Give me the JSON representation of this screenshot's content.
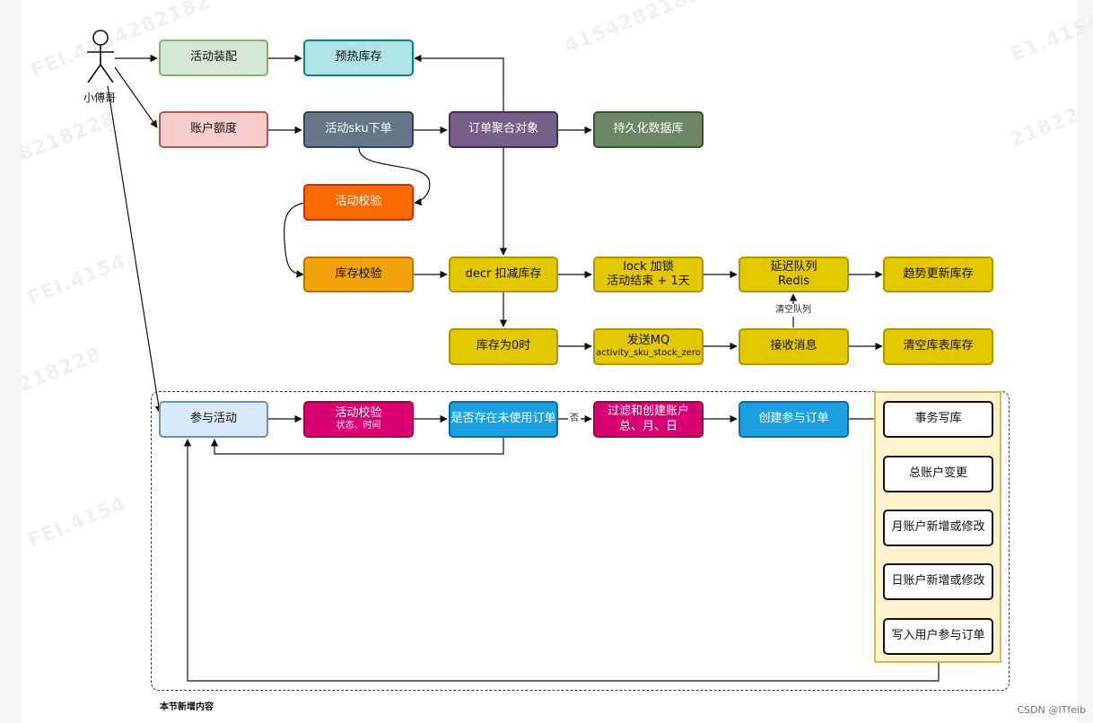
{
  "actor": {
    "name": "小傅哥"
  },
  "nodes": {
    "activity_assembly": "活动装配",
    "preheat_stock": "预热库存",
    "account_quota": "账户额度",
    "activity_sku_order": "活动sku下单",
    "order_aggregate": "订单聚合对象",
    "persist_db": "持久化数据库",
    "activity_check": "活动校验",
    "stock_check": "库存校验",
    "decr_stock": "decr 扣减库存",
    "lock": {
      "line1": "lock 加锁",
      "line2": "活动结束 + 1天"
    },
    "delay_queue": {
      "line1": "延迟队列",
      "line2": "Redis"
    },
    "trend_update": "趋势更新库存",
    "stock_zero": "库存为0时",
    "send_mq": {
      "line1": "发送MQ",
      "line2": "activity_sku_stock_zero"
    },
    "receive_msg": "接收消息",
    "clear_table_stock": "清空库表库存",
    "join_activity": "参与活动",
    "activity_check_2": {
      "line1": "活动校验",
      "line2": "状态、时间"
    },
    "unused_order_exists": "是否存在未使用订单",
    "filter_create_account": {
      "line1": "过滤和创建账户",
      "line2": "总、月、日"
    },
    "create_join_order": "创建参与订单",
    "txn_write": "事务写库",
    "total_account_change": "总账户变更",
    "month_account": "月账户新增或修改",
    "day_account": "日账户新增或修改",
    "write_user_order": "写入用户参与订单"
  },
  "edge_labels": {
    "clear_queue": "清空队列",
    "no": "否"
  },
  "section_caption": "本节新增内容",
  "credit": "CSDN @ITfeib",
  "watermark": [
    "FEI.4154282182",
    "4154282182",
    "8218228",
    "218228",
    "E1.4154",
    "FEI.4154",
    "21822",
    "FEI.4154"
  ],
  "colors": {
    "green_fill": "#d5e8d4",
    "green_stroke": "#82b366",
    "teal_fill": "#b0e3e6",
    "teal_stroke": "#0e8088",
    "red_fill": "#f8cecc",
    "red_stroke": "#b85450",
    "slate_fill": "#647687",
    "slate_stroke": "#314354",
    "purple_fill": "#76608a",
    "purple_stroke": "#432d57",
    "olive_fill": "#6d8764",
    "olive_stroke": "#3a5431",
    "orange_fill": "#fa6800",
    "orange_stroke": "#c73500",
    "amber_fill": "#f0a30a",
    "amber_stroke": "#bd7000",
    "yellow_fill": "#e3c800",
    "yellow_stroke": "#b09500",
    "blue_light_fill": "#dae8fc",
    "blue_light_stroke": "#6c8ebf",
    "magenta_fill": "#d80073",
    "magenta_stroke": "#a50040",
    "blue_fill": "#1ba1e2",
    "blue_stroke": "#006eaf"
  }
}
